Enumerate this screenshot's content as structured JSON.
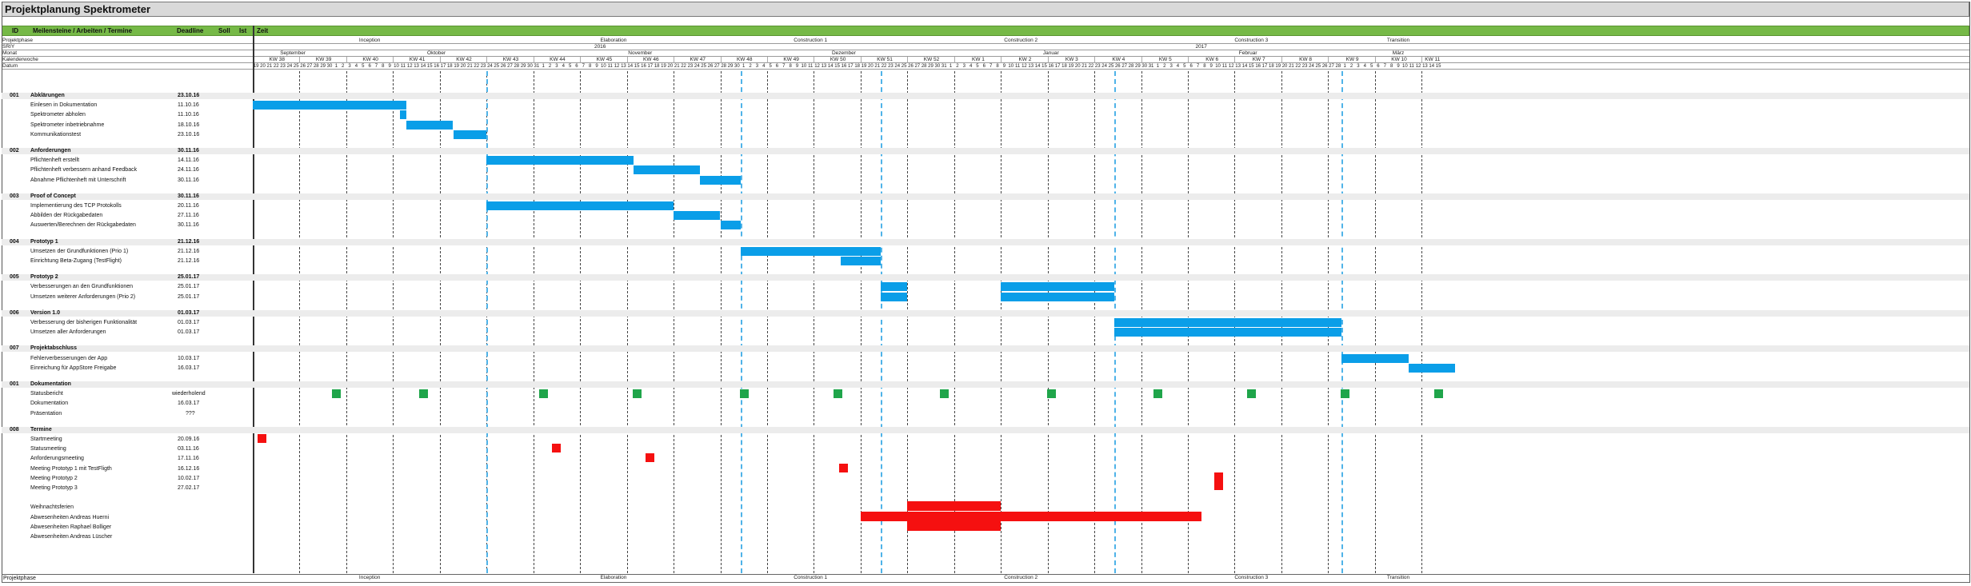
{
  "title": "Projektplanung Spektrometer",
  "header": {
    "id": "ID",
    "task": "Meilensteine / Arbeiten / Termine",
    "deadline": "Deadline",
    "soll": "Soll",
    "ist": "Ist",
    "zeit": "Zeit"
  },
  "row_labels": {
    "phase": "Projektphase",
    "sriy": "SRIY",
    "monat": "Monat",
    "kw": "Kalenderwoche",
    "datum": "Datum"
  },
  "phases": [
    "Inception",
    "Elaboration",
    "Construction 1",
    "Construction 2",
    "Construction 3",
    "Transition"
  ],
  "years": [
    "2016",
    "2017"
  ],
  "months": [
    "September",
    "Oktober",
    "November",
    "Dezember",
    "Januar",
    "Februar",
    "März"
  ],
  "weeks": [
    "KW 38",
    "KW 39",
    "KW 40",
    "KW 41",
    "KW 42",
    "KW 43",
    "KW 44",
    "KW 45",
    "KW 46",
    "KW 47",
    "KW 48",
    "KW 49",
    "KW 50",
    "KW 51",
    "KW 52",
    "KW 1",
    "KW 2",
    "KW 3",
    "KW 4",
    "KW 5",
    "KW 6",
    "KW 7",
    "KW 8",
    "KW 9",
    "KW 10",
    "KW 11"
  ],
  "days": [
    "19",
    "20",
    "21",
    "22",
    "23",
    "24",
    "25",
    "26",
    "27",
    "28",
    "29",
    "30",
    "1",
    "2",
    "3",
    "4",
    "5",
    "6",
    "7",
    "8",
    "9",
    "10",
    "11",
    "12",
    "13",
    "14",
    "15",
    "16",
    "17",
    "18",
    "19",
    "20",
    "21",
    "22",
    "23",
    "24",
    "25",
    "26",
    "27",
    "28",
    "29",
    "30",
    "31",
    "1",
    "2",
    "3",
    "4",
    "5",
    "6",
    "7",
    "8",
    "9",
    "10",
    "11",
    "12",
    "13",
    "14",
    "15",
    "16",
    "17",
    "18",
    "19",
    "20",
    "21",
    "22",
    "23",
    "24",
    "25",
    "26",
    "27",
    "28",
    "29",
    "30",
    "1",
    "2",
    "3",
    "4",
    "5",
    "6",
    "7",
    "8",
    "9",
    "10",
    "11",
    "12",
    "13",
    "14",
    "15",
    "16",
    "17",
    "18",
    "19",
    "20",
    "21",
    "22",
    "23",
    "24",
    "25",
    "26",
    "27",
    "28",
    "29",
    "30",
    "31",
    "1",
    "2",
    "3",
    "4",
    "5",
    "6",
    "7",
    "8",
    "9",
    "10",
    "11",
    "12",
    "13",
    "14",
    "15",
    "16",
    "17",
    "18",
    "19",
    "20",
    "21",
    "22",
    "23",
    "24",
    "25",
    "26",
    "27",
    "28",
    "29",
    "30",
    "31",
    "1",
    "2",
    "3",
    "4",
    "5",
    "6",
    "7",
    "8",
    "9",
    "10",
    "11",
    "12",
    "13",
    "14",
    "15",
    "16",
    "17",
    "18",
    "19",
    "20",
    "21",
    "22",
    "23",
    "24",
    "25",
    "26",
    "27",
    "28",
    "1",
    "2",
    "3",
    "4",
    "5",
    "6",
    "7",
    "8",
    "9",
    "10",
    "11",
    "12",
    "13",
    "14",
    "15"
  ],
  "groups": [
    {
      "id": "001",
      "name": "Abklärungen",
      "deadline": "23.10.16",
      "start": 0,
      "tasks": [
        {
          "name": "Einlesen in Dokumentation",
          "deadline": "11.10.16",
          "bar": [
            0,
            23
          ]
        },
        {
          "name": "Spektrometer abholen",
          "deadline": "11.10.16",
          "bar": [
            22,
            23
          ]
        },
        {
          "name": "Spektrometer inbetriebnahme",
          "deadline": "18.10.16",
          "bar": [
            23,
            30
          ]
        },
        {
          "name": "Kommunikationstest",
          "deadline": "23.10.16",
          "bar": [
            30,
            35
          ]
        }
      ]
    },
    {
      "id": "002",
      "name": "Anforderungen",
      "deadline": "30.11.16",
      "tasks": [
        {
          "name": "Pflichtenheft erstellt",
          "deadline": "14.11.16",
          "bar": [
            35,
            57
          ]
        },
        {
          "name": "Pflichtenheft verbessern anhand Feedback",
          "deadline": "24.11.16",
          "bar": [
            57,
            67
          ]
        },
        {
          "name": "Abnahme Pflichtenheft mit Unterschrift",
          "deadline": "30.11.16",
          "bar": [
            67,
            73
          ]
        }
      ]
    },
    {
      "id": "003",
      "name": "Proof of Concept",
      "deadline": "30.11.16",
      "tasks": [
        {
          "name": "Implementierung des TCP Protokolls",
          "deadline": "20.11.16",
          "bar": [
            35,
            63
          ]
        },
        {
          "name": "Abbilden der Rückgabedaten",
          "deadline": "27.11.16",
          "bar": [
            63,
            70
          ]
        },
        {
          "name": "Auswerten/Berechnen der Rückgabedaten",
          "deadline": "30.11.16",
          "bar": [
            70,
            73
          ]
        }
      ]
    },
    {
      "id": "004",
      "name": "Prototyp 1",
      "deadline": "21.12.16",
      "tasks": [
        {
          "name": "Umsetzen der Grundfunktionen (Prio 1)",
          "deadline": "21.12.16",
          "bar": [
            73,
            94
          ]
        },
        {
          "name": "Einrichtung Beta-Zugang (TestFlight)",
          "deadline": "21.12.16",
          "bar": [
            88,
            94
          ]
        }
      ]
    },
    {
      "id": "005",
      "name": "Prototyp 2",
      "deadline": "25.01.17",
      "tasks": [
        {
          "name": "Verbesserungen an den Grundfunktionen",
          "deadline": "25.01.17",
          "bar": [
            94,
            98
          ],
          "bar2": [
            112,
            129
          ]
        },
        {
          "name": "Umsetzen weiterer Anforderungen (Prio 2)",
          "deadline": "25.01.17",
          "bar": [
            94,
            98
          ],
          "bar2": [
            112,
            129
          ]
        }
      ]
    },
    {
      "id": "006",
      "name": "Version 1.0",
      "deadline": "01.03.17",
      "tasks": [
        {
          "name": "Verbesserung der bisherigen Funktionalität",
          "deadline": "01.03.17",
          "bar": [
            129,
            163
          ]
        },
        {
          "name": "Umsetzen aller Anforderungen",
          "deadline": "01.03.17",
          "bar": [
            129,
            163
          ]
        }
      ]
    },
    {
      "id": "007",
      "name": "Projektabschluss",
      "deadline": "",
      "tasks": [
        {
          "name": "Fehlerverbesserungen der App",
          "deadline": "10.03.17",
          "bar": [
            163,
            173
          ]
        },
        {
          "name": "Einreichung für AppStore Freigabe",
          "deadline": "16.03.17",
          "bar": [
            173,
            180
          ]
        }
      ]
    },
    {
      "id": "001",
      "name": "Dokumentation",
      "deadline": "",
      "tasks": [
        {
          "name": "Statusbericht",
          "deadline": "wiederholend",
          "milestones": [
            12.5,
            25.5,
            43.5,
            57.5,
            73.5,
            87.5,
            103.5,
            119.5,
            135.5,
            149.5,
            163.5,
            177.5
          ]
        },
        {
          "name": "Dokumentation",
          "deadline": "16.03.17"
        },
        {
          "name": "Präsentation",
          "deadline": "???"
        }
      ]
    },
    {
      "id": "008",
      "name": "Termine",
      "deadline": "",
      "tasks": [
        {
          "name": "Startmeeting",
          "deadline": "20.09.16",
          "red_mile": 1
        },
        {
          "name": "Statusmeeting",
          "deadline": "03.11.16",
          "red_mile": 45
        },
        {
          "name": "Anforderungsmeeting",
          "deadline": "17.11.16",
          "red_mile": 59
        },
        {
          "name": "Meeting Prototyp 1 mit TestFligth",
          "deadline": "16.12.16",
          "red_mile": 88
        },
        {
          "name": "Meeting Prototyp 2",
          "deadline": "10.02.17",
          "red_big": 144
        },
        {
          "name": "Meeting Prototyp 3",
          "deadline": "27.02.17"
        },
        {
          "name": "",
          "deadline": ""
        },
        {
          "name": "Weihnachtsferien",
          "deadline": "",
          "red": [
            98,
            112
          ]
        },
        {
          "name": "Abwesenheiten Andreas Huerni",
          "deadline": "",
          "red": [
            91,
            142
          ]
        },
        {
          "name": "Abwesenheiten Raphael Bolliger",
          "deadline": "",
          "red": [
            98,
            112
          ]
        },
        {
          "name": "Abwesenheiten Andreas Lüscher",
          "deadline": ""
        }
      ]
    }
  ],
  "footer": {
    "label": "Projektphase"
  },
  "colors": {
    "bar": "#0a9ee8",
    "milestone": "#1fa54a",
    "appointment": "#f51010",
    "header_green": "#76b947"
  }
}
